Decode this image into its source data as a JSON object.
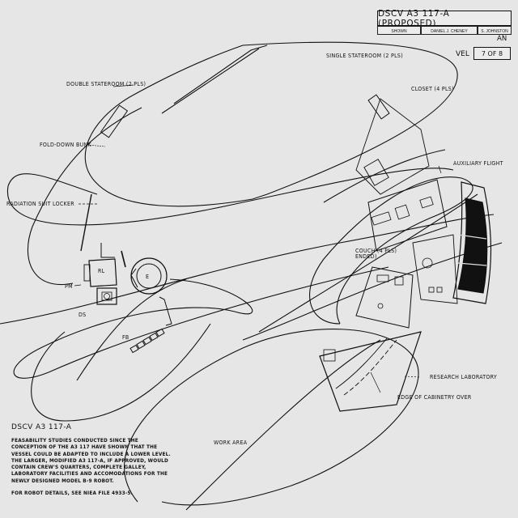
{
  "title_block": {
    "title": "DSCV A3 117-A (PROPOSED)",
    "scale": "SHOWN",
    "approved_by": "DANIEL J. CHENEY",
    "drawn_by": "S. JOHNSTON",
    "plan_fragment": "AN",
    "level_fragment": "VEL",
    "sheet": "7 OF 8"
  },
  "labels": {
    "double_stateroom": "DOUBLE STATEROOM (2 PLS)",
    "single_stateroom": "SINGLE STATEROOM (2 PLS)",
    "closet": "CLOSET (4 PLS)",
    "fold_down_bunk": "FOLD-DOWN BUNK",
    "radiation_suit_locker": "RADIATION SUIT LOCKER",
    "auxiliary_flight": "AUXILIARY FLIGHT",
    "couch": "COUCH (4 PLS)",
    "couch_sub": "ENDED)",
    "pm": "PM",
    "rl": "RL",
    "e": "E",
    "ds": "DS",
    "fb": "FB",
    "research_laboratory": "RESEARCH LABORATORY",
    "edge_of_cabinetry": "EDGE OF CABINETRY OVER",
    "work_area": "WORK AREA"
  },
  "notes": {
    "title": "DSCV A3 117-A",
    "body": "FEASABILITY STUDIES CONDUCTED SINCE THE CONCEPTION OF THE A3 117 HAVE SHOWN THAT THE VESSEL COULD BE ADAPTED TO INCLUDE A LOWER LEVEL. THE LARGER, MODIFIED A3 117-A, IF APPROVED, WOULD CONTAIN CREW'S QUARTERS, COMPLETE GALLEY, LABORATORY FACILITIES AND ACCOMODATIONS FOR THE NEWLY DESIGNED MODEL B-9 ROBOT.",
    "reference": "FOR ROBOT DETAILS, SEE NIEA FILE 4933-5."
  },
  "colors": {
    "paper": "#e6e6e6",
    "ink": "#111111"
  }
}
